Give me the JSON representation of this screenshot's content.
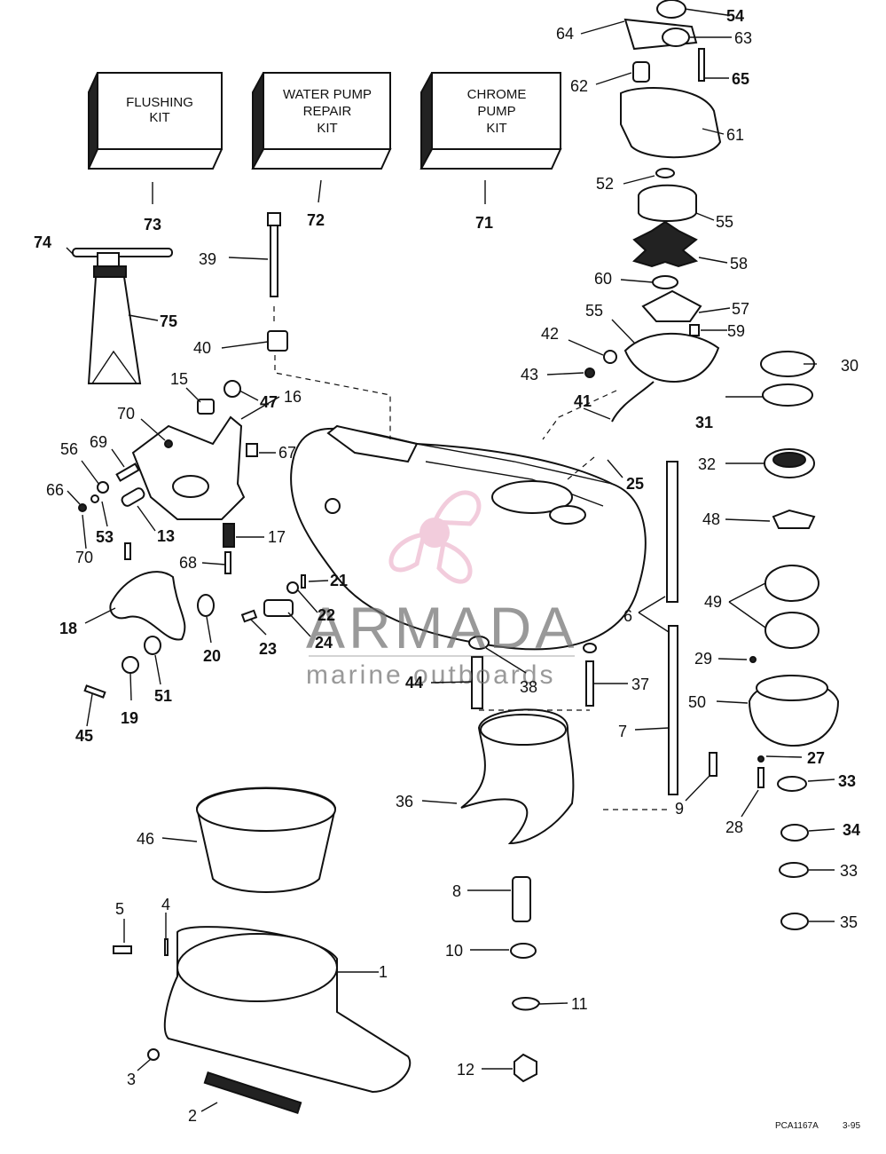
{
  "kits": [
    {
      "id": "flushing",
      "lines": [
        "FLUSHING",
        "KIT"
      ],
      "callout": "73"
    },
    {
      "id": "water-pump",
      "lines": [
        "WATER PUMP",
        "REPAIR",
        "KIT"
      ],
      "callout": "72"
    },
    {
      "id": "chrome-pump",
      "lines": [
        "CHROME",
        "PUMP",
        "KIT"
      ],
      "callout": "71"
    }
  ],
  "callouts": [
    "1",
    "2",
    "3",
    "4",
    "5",
    "6",
    "7",
    "8",
    "9",
    "10",
    "11",
    "12",
    "13",
    "15",
    "16",
    "17",
    "18",
    "19",
    "20",
    "21",
    "22",
    "23",
    "24",
    "25",
    "27",
    "28",
    "29",
    "30",
    "31",
    "32",
    "33",
    "33",
    "34",
    "35",
    "36",
    "37",
    "38",
    "39",
    "40",
    "41",
    "42",
    "43",
    "44",
    "45",
    "46",
    "47",
    "48",
    "49",
    "50",
    "51",
    "52",
    "53",
    "54",
    "55",
    "55",
    "56",
    "57",
    "58",
    "59",
    "60",
    "61",
    "62",
    "63",
    "64",
    "65",
    "66",
    "67",
    "68",
    "69",
    "70",
    "70"
  ],
  "watermark": {
    "brand": "ARMADA",
    "tagline": "marine outboards",
    "logo_color": "#e8a3c0"
  },
  "footer": {
    "code": "PCA1167A",
    "date": "3-95"
  }
}
